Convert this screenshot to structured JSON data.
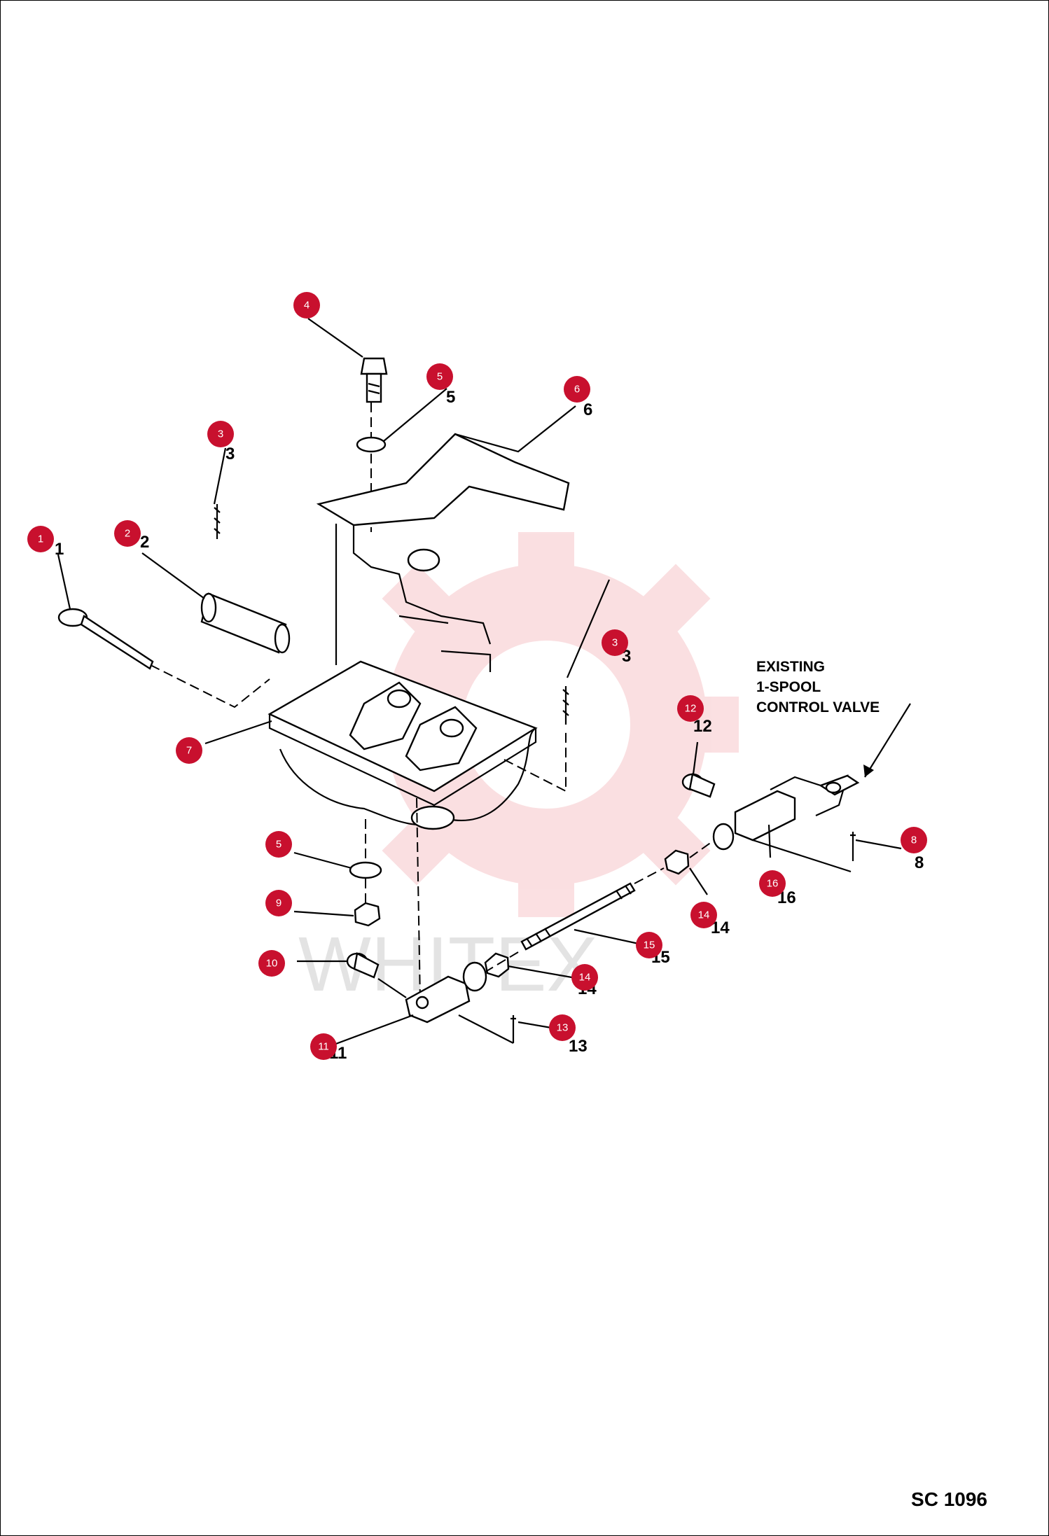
{
  "diagram": {
    "note_lines": [
      "EXISTING",
      "1-SPOOL",
      "CONTROL VALVE"
    ],
    "drawing_code": "SC 1096",
    "callout_color": "#c8102e",
    "watermark_text": "WHITEX",
    "callouts": [
      "4",
      "5",
      "6",
      "3",
      "1",
      "2",
      "3",
      "7",
      "12",
      "8",
      "5",
      "16",
      "9",
      "14",
      "15",
      "10",
      "14",
      "13",
      "11"
    ]
  }
}
